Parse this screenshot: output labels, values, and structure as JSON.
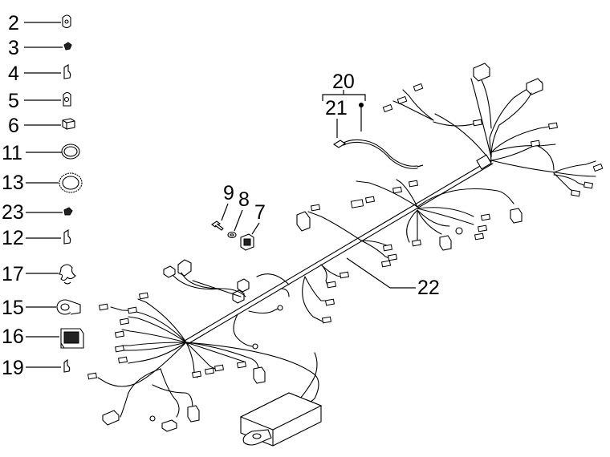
{
  "parts_list": [
    {
      "number": "2",
      "icon": "clip-icon"
    },
    {
      "number": "3",
      "icon": "small-clip-icon"
    },
    {
      "number": "4",
      "icon": "bracket-clip-icon"
    },
    {
      "number": "5",
      "icon": "clamp-icon"
    },
    {
      "number": "6",
      "icon": "block-clip-icon"
    },
    {
      "number": "11",
      "icon": "cable-tie-icon"
    },
    {
      "number": "13",
      "icon": "large-cable-tie-icon"
    },
    {
      "number": "23",
      "icon": "push-clip-icon"
    },
    {
      "number": "12",
      "icon": "bracket-clip-icon"
    },
    {
      "number": "17",
      "icon": "spring-clip-icon"
    },
    {
      "number": "15",
      "icon": "p-clamp-icon"
    },
    {
      "number": "16",
      "icon": "holder-clip-icon"
    },
    {
      "number": "19",
      "icon": "small-bracket-icon"
    }
  ],
  "callouts": {
    "c20": "20",
    "c21": "21",
    "c9": "9",
    "c8": "8",
    "c7": "7",
    "c22": "22"
  }
}
